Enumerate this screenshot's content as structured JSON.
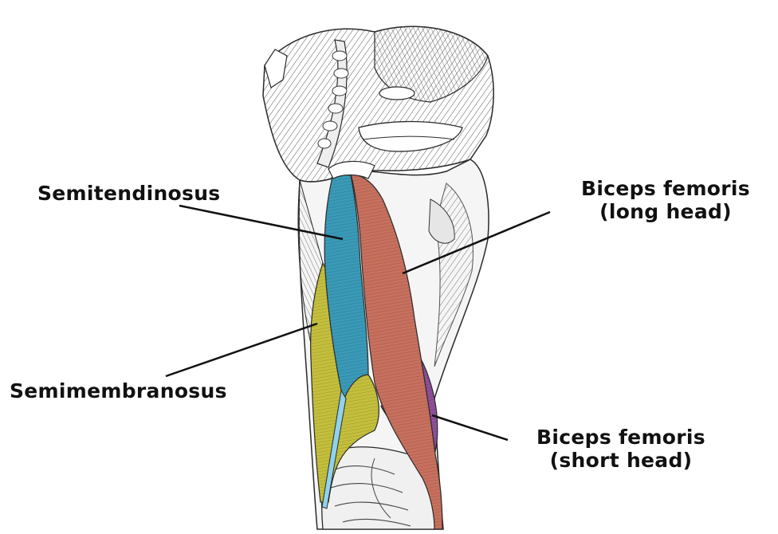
{
  "labels": {
    "semitendinosus": "Semitendinosus",
    "semimembranosus": "Semimembranosus",
    "biceps_long_line1": "Biceps femoris",
    "biceps_long_line2": "(long head)",
    "biceps_short_line1": "Biceps femoris",
    "biceps_short_line2": "(short head)"
  },
  "colors": {
    "semitendinosus": "#3a9ab8",
    "semimembranosus": "#c4bf3c",
    "biceps_long_head": "#c8705e",
    "biceps_short_head": "#8e4f9a",
    "distal_tendon": "#8fd3ea",
    "illustration_lines": "#2a2a2a",
    "background": "#ffffff"
  }
}
